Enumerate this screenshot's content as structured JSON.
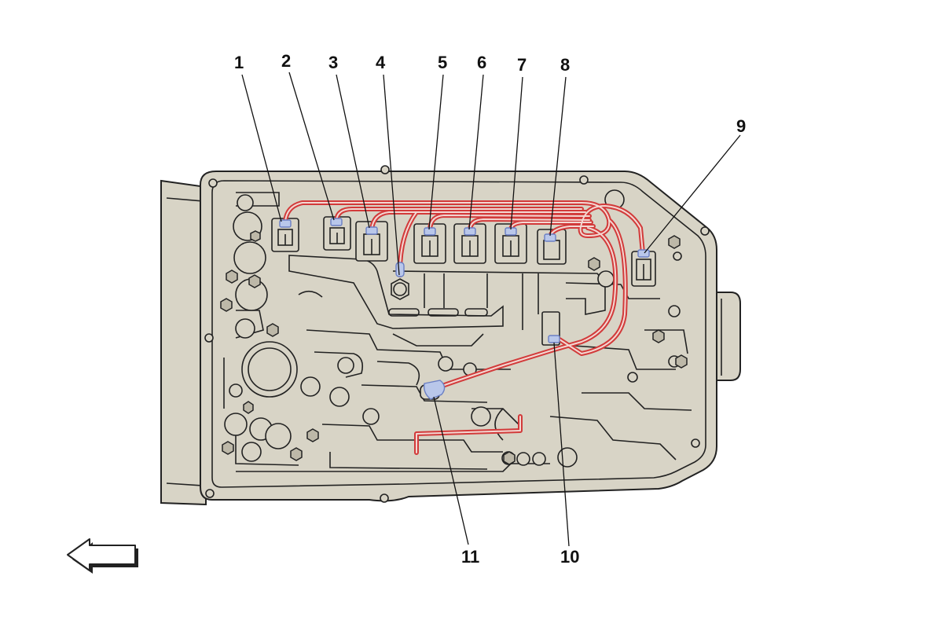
{
  "callouts": [
    {
      "id": "1",
      "label": "1"
    },
    {
      "id": "2",
      "label": "2"
    },
    {
      "id": "3",
      "label": "3"
    },
    {
      "id": "4",
      "label": "4"
    },
    {
      "id": "5",
      "label": "5"
    },
    {
      "id": "6",
      "label": "6"
    },
    {
      "id": "7",
      "label": "7"
    },
    {
      "id": "8",
      "label": "8"
    },
    {
      "id": "9",
      "label": "9"
    },
    {
      "id": "10",
      "label": "10"
    },
    {
      "id": "11",
      "label": "11"
    }
  ],
  "colors": {
    "housing": "#d8d4c6",
    "outline": "#222222",
    "harness": "#d23a3a",
    "connector": "#b9c7ea"
  },
  "direction_arrow": {
    "icon": "left-arrow-icon"
  }
}
